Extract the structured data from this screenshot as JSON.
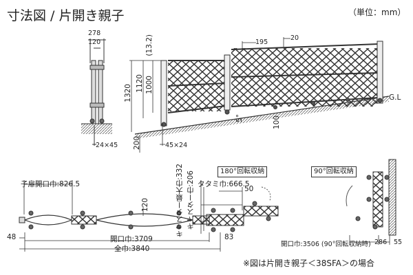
{
  "title": "寸法図 / 片開き親子",
  "unit": "（単位：mm）",
  "note": "※図は片開き親子＜38SFA＞の場合",
  "front_view": {
    "left_dims": [
      "1320",
      "1120",
      "1000",
      "(13.2)",
      "200"
    ],
    "top_dims": [
      "278",
      "120",
      "195",
      "20"
    ],
    "bottom_dims": [
      "24×45",
      "45×24"
    ],
    "slope_dims": [
      "5°",
      "100"
    ],
    "ground_label": "G.L"
  },
  "plan_view": {
    "child_open": "子扉開口巾:826.5",
    "open_width": "開口巾:3709",
    "total_width": "全巾:3840",
    "left_offset": "48",
    "right_offset": "83",
    "height_dim": "120"
  },
  "rot180": {
    "badge": "180°回転収納",
    "folded": "タタミ巾:666.5",
    "caster_max": "キャスター最大巾:332",
    "caster": "キャスター巾:206",
    "dim_50": "50"
  },
  "rot90": {
    "badge": "90°回転収納",
    "open_stored": "開口巾:3506 (90°回転収納時)",
    "dim_286": "286",
    "dim_55": "55"
  }
}
